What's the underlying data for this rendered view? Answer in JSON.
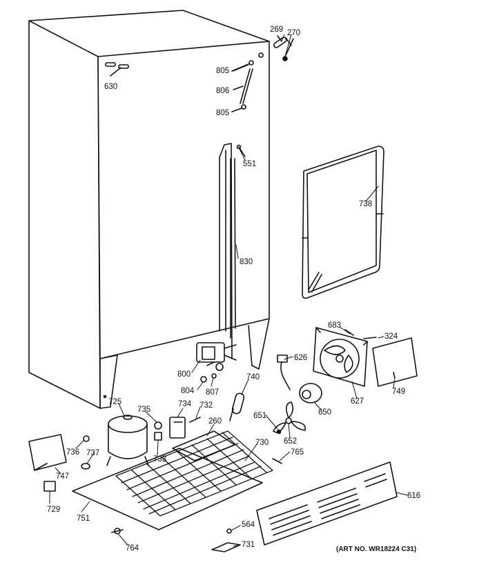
{
  "labels": [
    {
      "id": "269",
      "text": "269"
    },
    {
      "id": "270",
      "text": "270"
    },
    {
      "id": "630",
      "text": "630"
    },
    {
      "id": "805a",
      "text": "805"
    },
    {
      "id": "806",
      "text": "806"
    },
    {
      "id": "805b",
      "text": "805"
    },
    {
      "id": "551",
      "text": "551"
    },
    {
      "id": "738",
      "text": "738"
    },
    {
      "id": "830",
      "text": "830"
    },
    {
      "id": "683",
      "text": "683"
    },
    {
      "id": "324",
      "text": "324"
    },
    {
      "id": "626",
      "text": "626"
    },
    {
      "id": "800",
      "text": "800"
    },
    {
      "id": "804",
      "text": "804"
    },
    {
      "id": "807",
      "text": "807"
    },
    {
      "id": "740",
      "text": "740"
    },
    {
      "id": "749",
      "text": "749"
    },
    {
      "id": "627",
      "text": "627"
    },
    {
      "id": "650",
      "text": "650"
    },
    {
      "id": "725",
      "text": "725"
    },
    {
      "id": "735",
      "text": "735"
    },
    {
      "id": "734",
      "text": "734"
    },
    {
      "id": "732",
      "text": "732"
    },
    {
      "id": "260",
      "text": "260"
    },
    {
      "id": "651",
      "text": "651"
    },
    {
      "id": "652",
      "text": "652"
    },
    {
      "id": "730",
      "text": "730"
    },
    {
      "id": "765",
      "text": "765"
    },
    {
      "id": "736",
      "text": "736"
    },
    {
      "id": "737",
      "text": "737"
    },
    {
      "id": "733",
      "text": "733"
    },
    {
      "id": "747",
      "text": "747"
    },
    {
      "id": "616",
      "text": "616"
    },
    {
      "id": "729",
      "text": "729"
    },
    {
      "id": "751",
      "text": "751"
    },
    {
      "id": "564",
      "text": "564"
    },
    {
      "id": "764",
      "text": "764"
    },
    {
      "id": "731",
      "text": "731"
    }
  ],
  "art_number": "(ART NO. WR18224 C31)"
}
